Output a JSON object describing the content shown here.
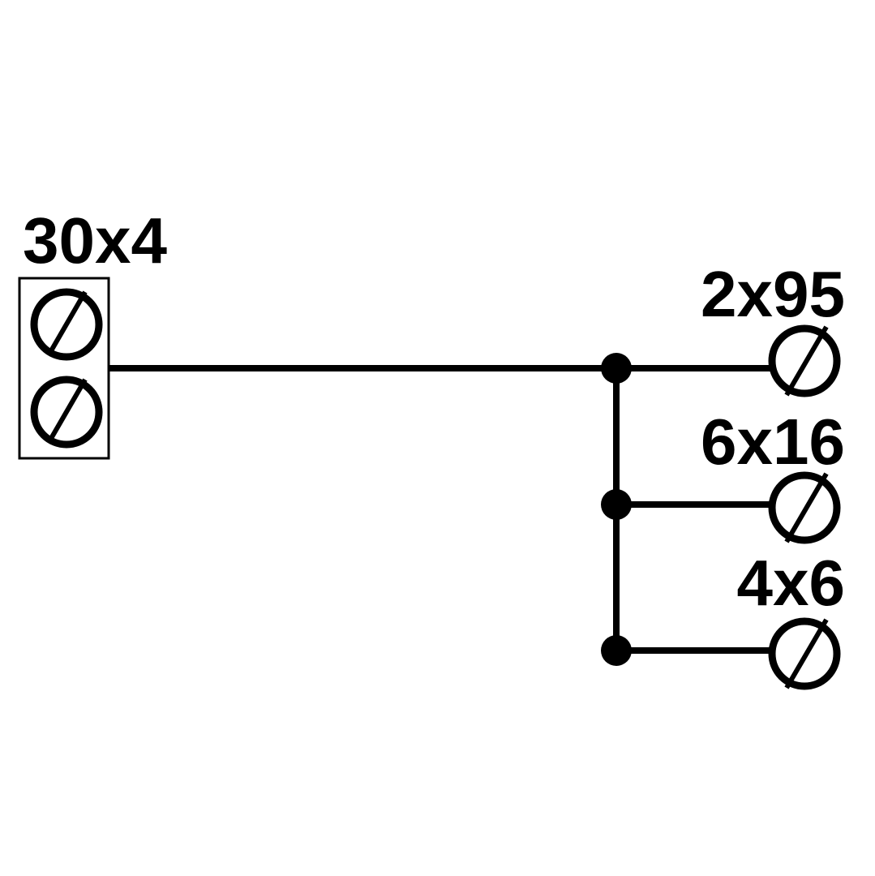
{
  "diagram": {
    "input_terminal": {
      "label": "30x4",
      "screw_count": 2
    },
    "output_terminals": [
      {
        "label": "2x95"
      },
      {
        "label": "6x16"
      },
      {
        "label": "4x6"
      }
    ],
    "colors": {
      "line": "#000000",
      "background": "#ffffff"
    }
  }
}
